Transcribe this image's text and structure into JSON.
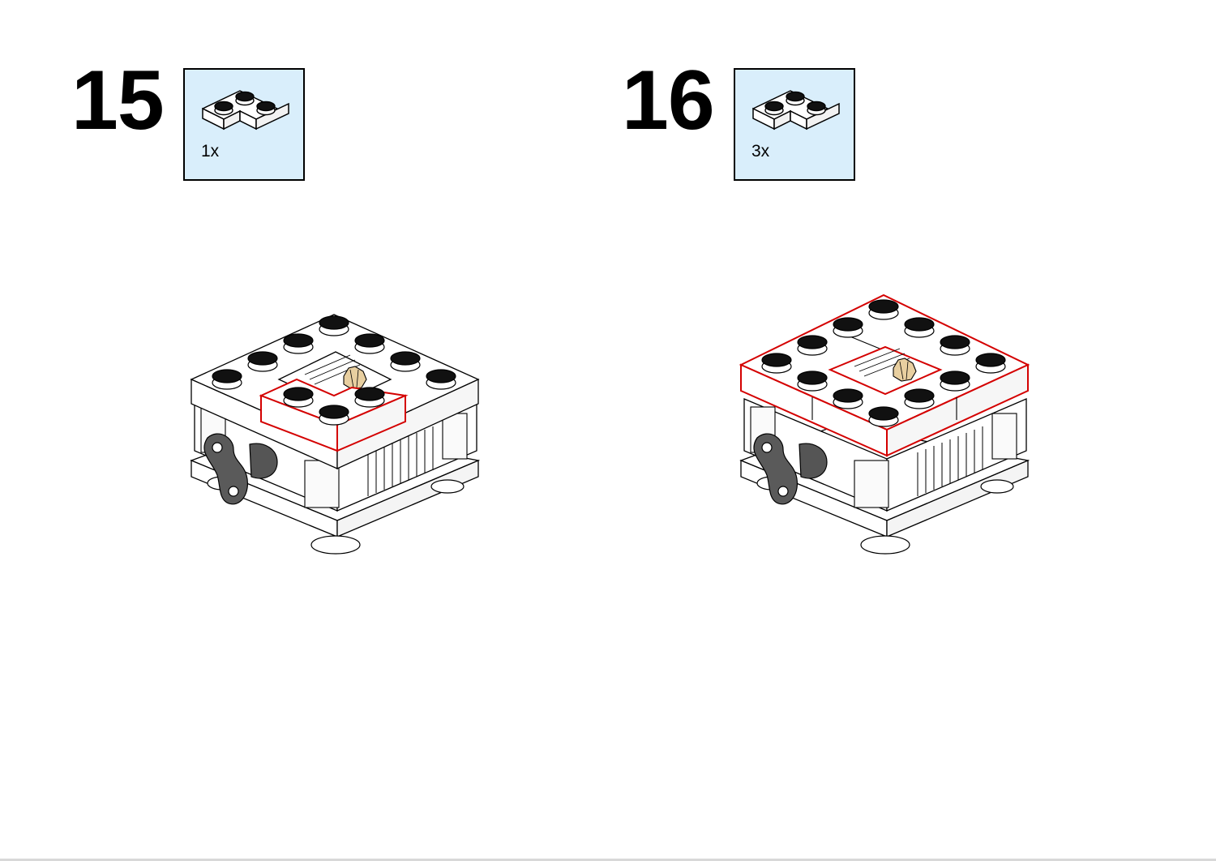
{
  "steps": [
    {
      "number": "15",
      "part_quantity": "1x",
      "part_icon": "corner-plate-icon"
    },
    {
      "number": "16",
      "part_quantity": "3x",
      "part_icon": "corner-plate-icon"
    }
  ],
  "colors": {
    "part_box_background": "#d9eefb",
    "highlight": "#d40000",
    "key": "#555555",
    "gear": "#e8cfa0"
  }
}
